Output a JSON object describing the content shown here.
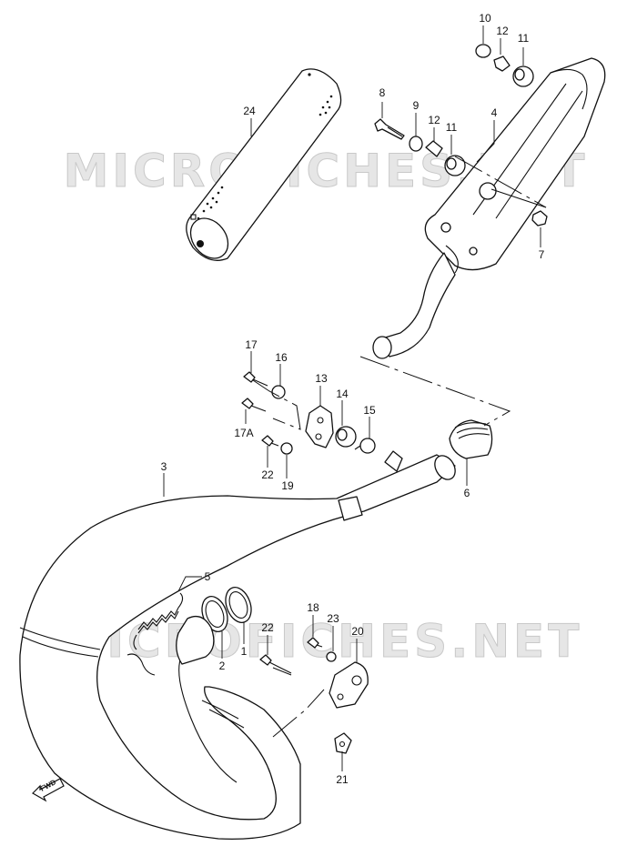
{
  "watermark": "MICROFICHES.NET",
  "fwd_label": "FWD",
  "labels": {
    "p1": "1",
    "p2": "2",
    "p3": "3",
    "p4": "4",
    "p5": "5",
    "p6": "6",
    "p7": "7",
    "p8": "8",
    "p9": "9",
    "p10": "10",
    "p11a": "11",
    "p11b": "11",
    "p12a": "12",
    "p12b": "12",
    "p13": "13",
    "p14": "14",
    "p15": "15",
    "p16": "16",
    "p17": "17",
    "p17a": "17A",
    "p18": "18",
    "p19": "19",
    "p20": "20",
    "p21": "21",
    "p22a": "22",
    "p22b": "22",
    "p23": "23",
    "p24": "24"
  }
}
